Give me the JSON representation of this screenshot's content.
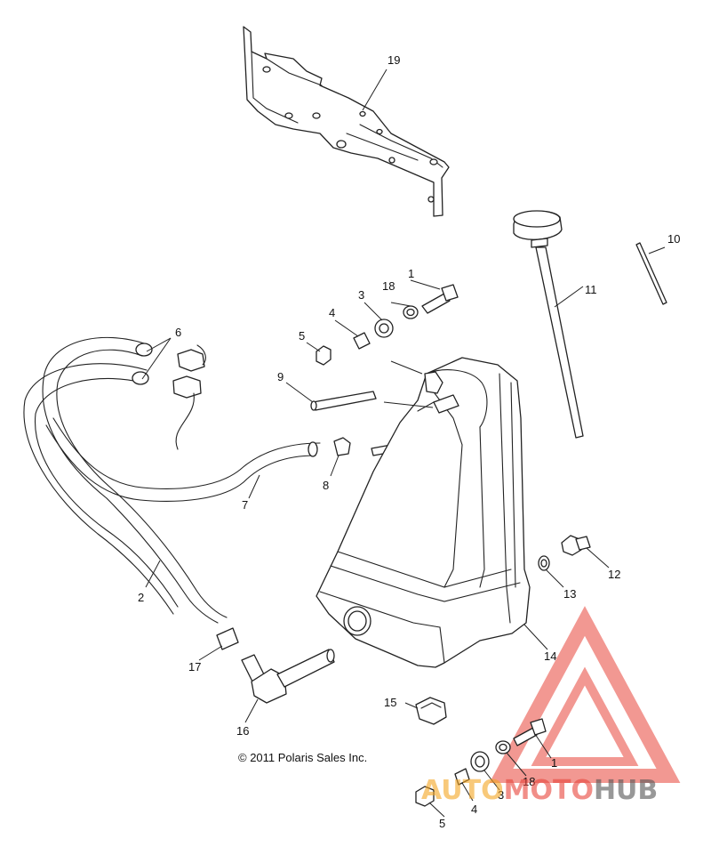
{
  "callouts": {
    "c1a": "1",
    "c1b": "1",
    "c2": "2",
    "c3a": "3",
    "c3b": "3",
    "c4a": "4",
    "c4b": "4",
    "c5a": "5",
    "c5b": "5",
    "c6": "6",
    "c7": "7",
    "c8": "8",
    "c9": "9",
    "c10": "10",
    "c11": "11",
    "c12": "12",
    "c13": "13",
    "c14": "14",
    "c15": "15",
    "c16": "16",
    "c17": "17",
    "c18a": "18",
    "c18b": "18",
    "c19": "19"
  },
  "copyright": "© 2011 Polaris Sales Inc.",
  "watermark": {
    "part1": "AUTO",
    "part2": "MOTO",
    "part3": "HUB",
    "color_red": "#e8443a",
    "color_orange": "#f5a623",
    "color_dark": "#555555"
  }
}
